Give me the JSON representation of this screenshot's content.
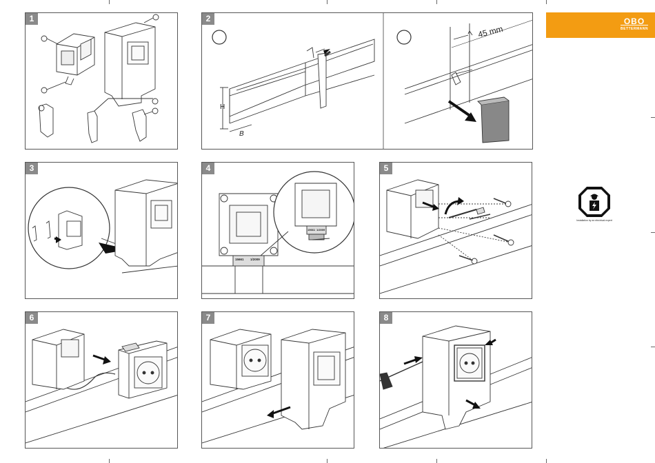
{
  "steps": [
    {
      "number": "1"
    },
    {
      "number": "2"
    },
    {
      "number": "3"
    },
    {
      "number": "4"
    },
    {
      "number": "5"
    },
    {
      "number": "6"
    },
    {
      "number": "7"
    },
    {
      "number": "8"
    }
  ],
  "brand": {
    "logo": "OBO",
    "tagline": "BETTERMANN",
    "color": "#f39c12"
  },
  "step2": {
    "height_label": "H",
    "width_label": "B",
    "distance_label": "45 mm"
  },
  "step4": {
    "label_left": "15661",
    "label_right": "1/2009",
    "label_left_zoom": "15661",
    "label_right_zoom": "1/2009"
  },
  "safety": {
    "icon": "electrician-warning-icon",
    "caption": "Installation by an electrical expert"
  }
}
